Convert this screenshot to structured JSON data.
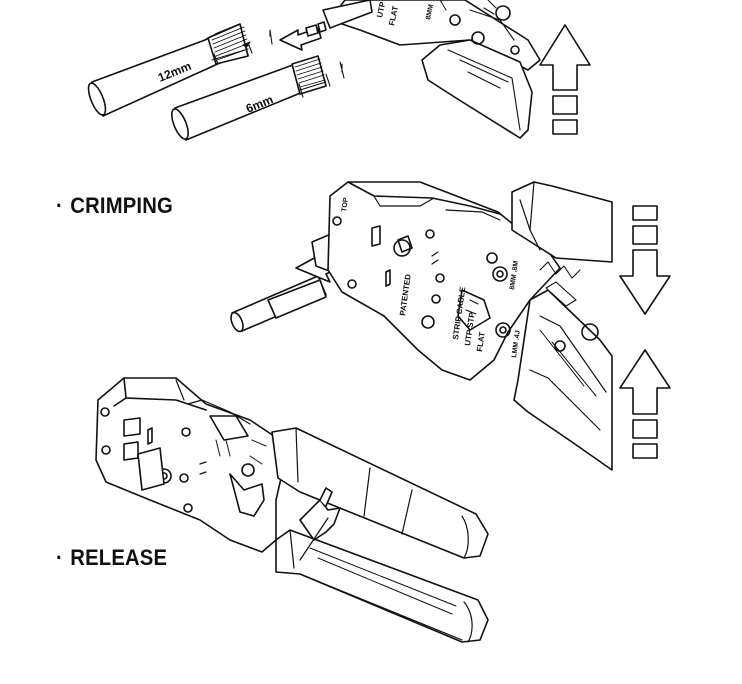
{
  "sections": {
    "crimping": {
      "bullet": "·",
      "label": "CRIMPING"
    },
    "release": {
      "bullet": "·",
      "label": "RELEASE"
    }
  },
  "strip": {
    "dim_long": "12mm",
    "dim_short": "6mm"
  },
  "tool_text": {
    "patented": "PATENTED",
    "strip_cable": "STRIP CABLE",
    "utp_stp": "UTP STP",
    "flat": "FLAT",
    "die_upper": "8MM .8M",
    "die_lower": "LMM .4J",
    "top": "TOP",
    "small": "UTP STP FLAT"
  },
  "colors": {
    "ink": "#111111",
    "paper": "#ffffff"
  }
}
